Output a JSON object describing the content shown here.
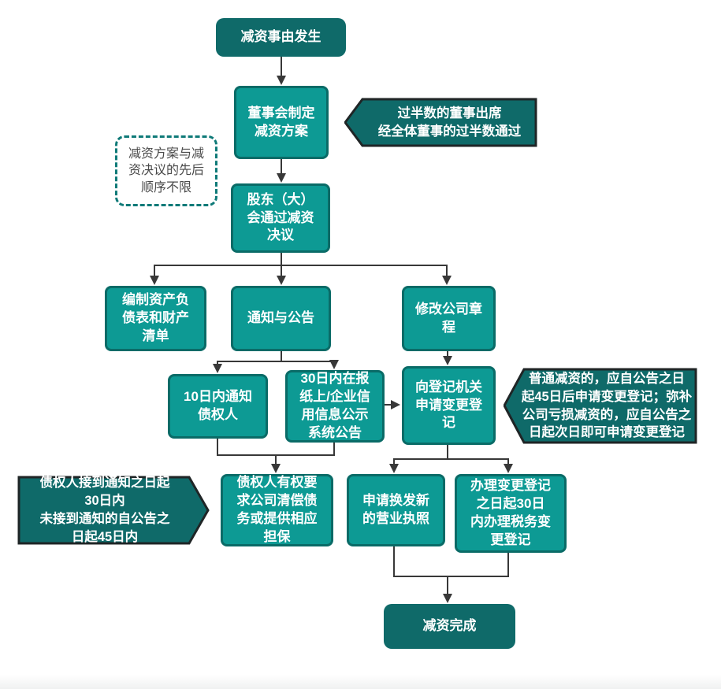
{
  "diagram": {
    "colors": {
      "process_fill": "#0d9a94",
      "process_border": "#0a6b67",
      "terminal_fill": "#0f6a69",
      "callout_fill": "#0f6a69",
      "callout_border": "#1f2526",
      "connector": "#383838",
      "note_border": "#0f7a78",
      "note_text": "#4a4a4a"
    },
    "nodes": {
      "start": {
        "label": "减资事由发生"
      },
      "board": {
        "label": "董事会制定\n减资方案"
      },
      "shareholder": {
        "label": "股东（大）\n会通过减资\n决议"
      },
      "balance": {
        "label": "编制资产负\n债表和财产\n清单"
      },
      "notice": {
        "label": "通知与公告"
      },
      "charter": {
        "label": "修改公司章\n程"
      },
      "notify": {
        "label": "10日内通知\n债权人"
      },
      "announce": {
        "label": "30日内在报\n纸上/企业信\n用信息公示\n系统公告"
      },
      "register": {
        "label": "向登记机关\n申请变更登\n记"
      },
      "claims": {
        "label": "债权人有权要\n求公司清偿债\n务或提供相应\n担保"
      },
      "license": {
        "label": "申请换发新\n的营业执照"
      },
      "tax": {
        "label": "办理变更登记\n之日起30日\n内办理税务变\n更登记"
      },
      "complete": {
        "label": "减资完成"
      }
    },
    "callouts": {
      "board_quorum": {
        "label": "过半数的董事出席\n经全体董事的过半数通过"
      },
      "register_timing": {
        "label": "普通减资的，应自公告之日\n起45日后申请变更登记；弥补\n公司亏损减资的，应自公告之\n日起次日即可申请变更登记"
      },
      "creditor_window": {
        "label": "债权人接到通知之日起\n30日内\n未接到通知的自公告之\n日起45日内"
      }
    },
    "note": {
      "label": "减资方案与减\n资决议的先后\n顺序不限"
    }
  }
}
